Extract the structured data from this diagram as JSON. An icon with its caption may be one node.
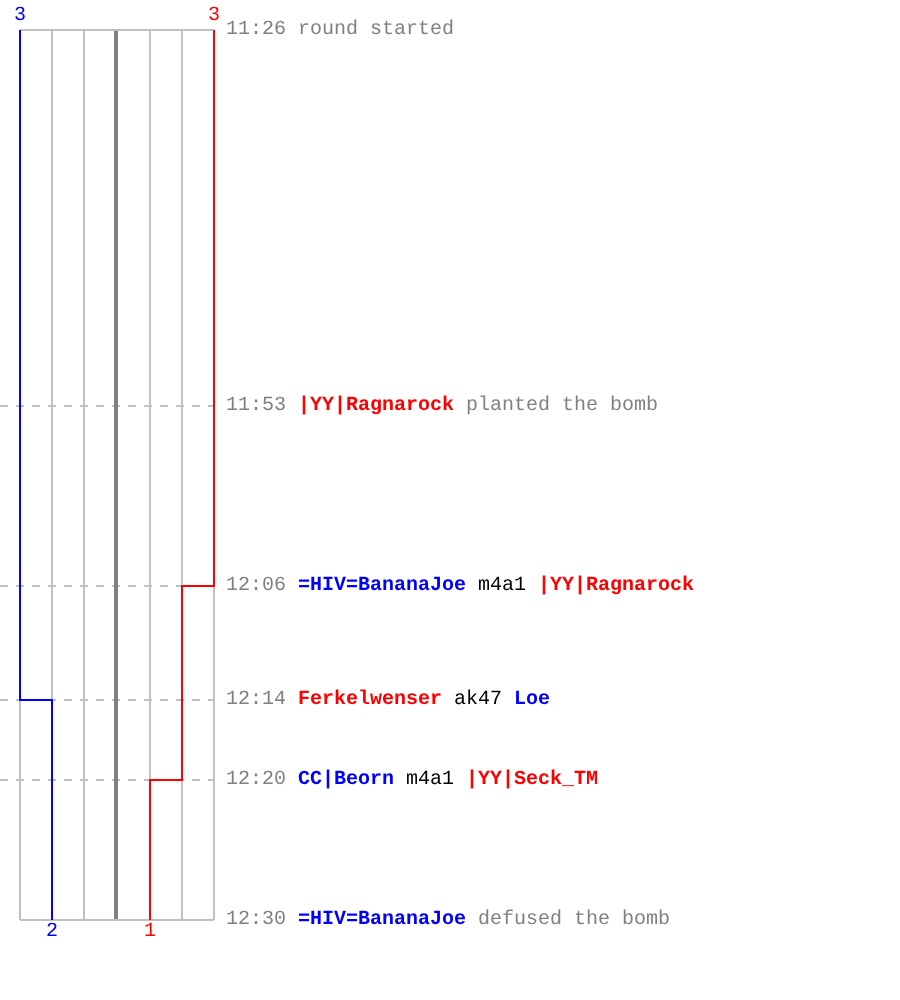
{
  "diagram": {
    "labels": [
      "3",
      "3",
      "11:26",
      "round started",
      "11:53",
      "|YY|Ragnarock",
      "planted the bomb",
      "12:06",
      "=HIV=BananaJoe",
      "m4a1",
      "|YY|Ragnarock",
      "12:14",
      "Ferkelwenser",
      "ak47",
      "Loe",
      "12:20",
      "CC|Beorn",
      "m4a1",
      "|YY|Seck_TM",
      "12:30",
      "=HIV=BananaJoe",
      "defused the bomb",
      "2",
      "1"
    ]
  }
}
